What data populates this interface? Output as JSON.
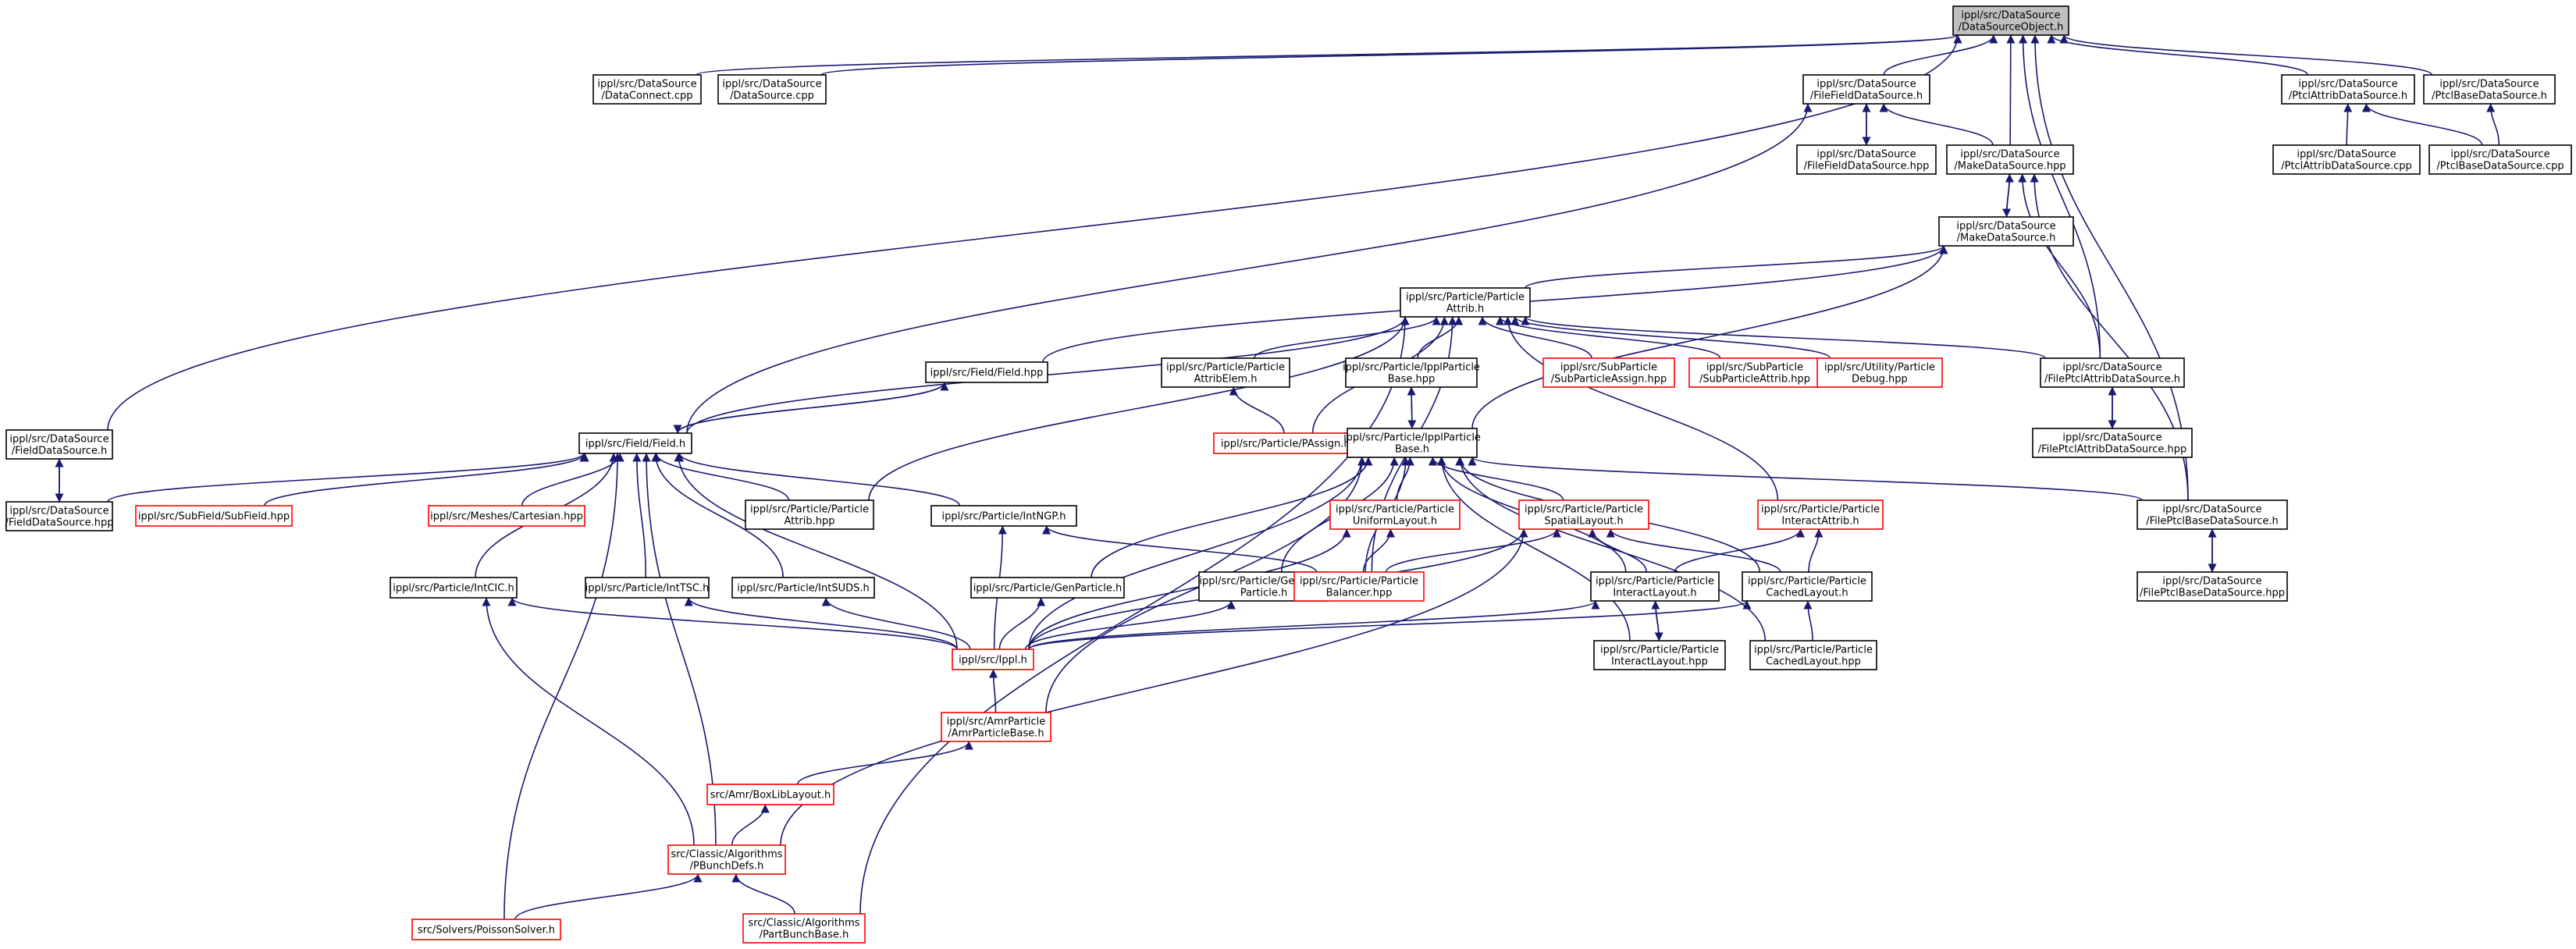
{
  "diagram": {
    "type": "include-dependency-graph",
    "colors": {
      "edge": "#191970",
      "box_normal": "#000000",
      "box_truncated": "#ff0000",
      "box_root_fill": "#bfbfbf",
      "box_fill": "#ffffff"
    },
    "nodes": [
      {
        "id": "dso",
        "lines": [
          "ippl/src/DataSource",
          "/DataSourceObject.h"
        ],
        "style": "root"
      },
      {
        "id": "dconn",
        "lines": [
          "ippl/src/DataSource",
          "/DataConnect.cpp"
        ],
        "style": "normal"
      },
      {
        "id": "dscpp",
        "lines": [
          "ippl/src/DataSource",
          "/DataSource.cpp"
        ],
        "style": "normal"
      },
      {
        "id": "ffds",
        "lines": [
          "ippl/src/DataSource",
          "/FileFieldDataSource.h"
        ],
        "style": "normal"
      },
      {
        "id": "ffdshpp",
        "lines": [
          "ippl/src/DataSource",
          "/FileFieldDataSource.hpp"
        ],
        "style": "normal"
      },
      {
        "id": "mdshpp",
        "lines": [
          "ippl/src/DataSource",
          "/MakeDataSource.hpp"
        ],
        "style": "normal"
      },
      {
        "id": "mdsh",
        "lines": [
          "ippl/src/DataSource",
          "/MakeDataSource.h"
        ],
        "style": "normal"
      },
      {
        "id": "pads",
        "lines": [
          "ippl/src/DataSource",
          "/PtclAttribDataSource.h"
        ],
        "style": "normal"
      },
      {
        "id": "pbds",
        "lines": [
          "ippl/src/DataSource",
          "/PtclBaseDataSource.h"
        ],
        "style": "normal"
      },
      {
        "id": "padscpp",
        "lines": [
          "ippl/src/DataSource",
          "/PtclAttribDataSource.cpp"
        ],
        "style": "normal"
      },
      {
        "id": "pbdscpp",
        "lines": [
          "ippl/src/DataSource",
          "/PtclBaseDataSource.cpp"
        ],
        "style": "normal"
      },
      {
        "id": "pattrib",
        "lines": [
          "ippl/src/Particle/Particle",
          "Attrib.h"
        ],
        "style": "normal"
      },
      {
        "id": "fieldhpp",
        "lines": [
          "ippl/src/Field/Field.hpp"
        ],
        "style": "normal"
      },
      {
        "id": "pattribelem",
        "lines": [
          "ippl/src/Particle/Particle",
          "AttribElem.h"
        ],
        "style": "normal"
      },
      {
        "id": "ipbhpp",
        "lines": [
          "ippl/src/Particle/IpplParticle",
          "Base.hpp"
        ],
        "style": "normal"
      },
      {
        "id": "subassign",
        "lines": [
          "ippl/src/SubParticle",
          "/SubParticleAssign.hpp"
        ],
        "style": "truncated"
      },
      {
        "id": "subattrib",
        "lines": [
          "ippl/src/SubParticle",
          "/SubParticleAttrib.hpp"
        ],
        "style": "truncated"
      },
      {
        "id": "pdebug",
        "lines": [
          "ippl/src/Utility/Particle",
          "Debug.hpp"
        ],
        "style": "truncated"
      },
      {
        "id": "fpads",
        "lines": [
          "ippl/src/DataSource",
          "/FilePtclAttribDataSource.h"
        ],
        "style": "normal"
      },
      {
        "id": "fpadshpp",
        "lines": [
          "ippl/src/DataSource",
          "/FilePtclAttribDataSource.hpp"
        ],
        "style": "normal"
      },
      {
        "id": "fdsh",
        "lines": [
          "ippl/src/DataSource",
          "/FieldDataSource.h"
        ],
        "style": "normal"
      },
      {
        "id": "fdshpp",
        "lines": [
          "ippl/src/DataSource",
          "/FieldDataSource.hpp"
        ],
        "style": "normal"
      },
      {
        "id": "fieldh",
        "lines": [
          "ippl/src/Field/Field.h"
        ],
        "style": "normal"
      },
      {
        "id": "passign",
        "lines": [
          "ippl/src/Particle/PAssign.hpp"
        ],
        "style": "truncated"
      },
      {
        "id": "ipbh",
        "lines": [
          "ippl/src/Particle/IpplParticle",
          "Base.h"
        ],
        "style": "normal"
      },
      {
        "id": "subfield",
        "lines": [
          "ippl/src/SubField/SubField.hpp"
        ],
        "style": "truncated"
      },
      {
        "id": "cartesian",
        "lines": [
          "ippl/src/Meshes/Cartesian.hpp"
        ],
        "style": "truncated"
      },
      {
        "id": "pattribhpp",
        "lines": [
          "ippl/src/Particle/Particle",
          "Attrib.hpp"
        ],
        "style": "normal"
      },
      {
        "id": "intngp",
        "lines": [
          "ippl/src/Particle/IntNGP.h"
        ],
        "style": "normal"
      },
      {
        "id": "uniform",
        "lines": [
          "ippl/src/Particle/Particle",
          "UniformLayout.h"
        ],
        "style": "truncated"
      },
      {
        "id": "spatial",
        "lines": [
          "ippl/src/Particle/Particle",
          "SpatialLayout.h"
        ],
        "style": "truncated"
      },
      {
        "id": "interactattrib",
        "lines": [
          "ippl/src/Particle/Particle",
          "InteractAttrib.h"
        ],
        "style": "truncated"
      },
      {
        "id": "fpbds",
        "lines": [
          "ippl/src/DataSource",
          "/FilePtclBaseDataSource.h"
        ],
        "style": "normal"
      },
      {
        "id": "fpbdshpp",
        "lines": [
          "ippl/src/DataSource",
          "/FilePtclBaseDataSource.hpp"
        ],
        "style": "normal"
      },
      {
        "id": "intcic",
        "lines": [
          "ippl/src/Particle/IntCIC.h"
        ],
        "style": "normal"
      },
      {
        "id": "inttsc",
        "lines": [
          "ippl/src/Particle/IntTSC.h"
        ],
        "style": "normal"
      },
      {
        "id": "intsuds",
        "lines": [
          "ippl/src/Particle/IntSUDS.h"
        ],
        "style": "normal"
      },
      {
        "id": "genparticle",
        "lines": [
          "ippl/src/Particle/GenParticle.h"
        ],
        "style": "normal"
      },
      {
        "id": "genarray",
        "lines": [
          "ippl/src/Particle/GenArray",
          "Particle.h"
        ],
        "style": "normal"
      },
      {
        "id": "balancer",
        "lines": [
          "ippl/src/Particle/Particle",
          "Balancer.hpp"
        ],
        "style": "truncated"
      },
      {
        "id": "interact",
        "lines": [
          "ippl/src/Particle/Particle",
          "InteractLayout.h"
        ],
        "style": "normal"
      },
      {
        "id": "cached",
        "lines": [
          "ippl/src/Particle/Particle",
          "CachedLayout.h"
        ],
        "style": "normal"
      },
      {
        "id": "ippl",
        "lines": [
          "ippl/src/Ippl.h"
        ],
        "style": "truncated"
      },
      {
        "id": "interacthpp",
        "lines": [
          "ippl/src/Particle/Particle",
          "InteractLayout.hpp"
        ],
        "style": "normal"
      },
      {
        "id": "cachedhpp",
        "lines": [
          "ippl/src/Particle/Particle",
          "CachedLayout.hpp"
        ],
        "style": "normal"
      },
      {
        "id": "amrpb",
        "lines": [
          "ippl/src/AmrParticle",
          "/AmrParticleBase.h"
        ],
        "style": "truncated"
      },
      {
        "id": "boxlib",
        "lines": [
          "src/Amr/BoxLibLayout.h"
        ],
        "style": "truncated"
      },
      {
        "id": "pbunch",
        "lines": [
          "src/Classic/Algorithms",
          "/PBunchDefs.h"
        ],
        "style": "truncated"
      },
      {
        "id": "poisson",
        "lines": [
          "src/Solvers/PoissonSolver.h"
        ],
        "style": "truncated"
      },
      {
        "id": "partbunch",
        "lines": [
          "src/Classic/Algorithms",
          "/PartBunchBase.h"
        ],
        "style": "truncated"
      }
    ],
    "edges": [
      [
        "dconn",
        "dso"
      ],
      [
        "dscpp",
        "dso"
      ],
      [
        "ffds",
        "dso"
      ],
      [
        "mdshpp",
        "dso"
      ],
      [
        "fpads",
        "dso"
      ],
      [
        "fdsh",
        "dso"
      ],
      [
        "pads",
        "dso"
      ],
      [
        "pbds",
        "dso"
      ],
      [
        "fpbds",
        "dso"
      ],
      [
        "ffdshpp",
        "ffds"
      ],
      [
        "ffds",
        "ffdshpp"
      ],
      [
        "mdshpp",
        "ffds"
      ],
      [
        "fieldh",
        "ffds"
      ],
      [
        "mdsh",
        "mdshpp"
      ],
      [
        "mdshpp",
        "mdsh"
      ],
      [
        "fpads",
        "mdshpp"
      ],
      [
        "fpbds",
        "mdshpp"
      ],
      [
        "padscpp",
        "pads"
      ],
      [
        "pbdscpp",
        "pads"
      ],
      [
        "pbdscpp",
        "pbds"
      ],
      [
        "pattrib",
        "mdsh"
      ],
      [
        "fieldhpp",
        "mdsh"
      ],
      [
        "ipbh",
        "mdsh"
      ],
      [
        "pattribelem",
        "pattrib"
      ],
      [
        "ipbhpp",
        "pattrib"
      ],
      [
        "subassign",
        "pattrib"
      ],
      [
        "subattrib",
        "pattrib"
      ],
      [
        "pdebug",
        "pattrib"
      ],
      [
        "fpads",
        "pattrib"
      ],
      [
        "passign",
        "pattrib"
      ],
      [
        "pattribhpp",
        "pattrib"
      ],
      [
        "fieldh",
        "pattrib"
      ],
      [
        "balancer",
        "pattrib"
      ],
      [
        "interactattrib",
        "pattrib"
      ],
      [
        "partbunch",
        "pattrib"
      ],
      [
        "passign",
        "pattribelem"
      ],
      [
        "ipbh",
        "ipbhpp"
      ],
      [
        "ipbhpp",
        "ipbh"
      ],
      [
        "fpadshpp",
        "fpads"
      ],
      [
        "fpads",
        "fpadshpp"
      ],
      [
        "fieldh",
        "fieldhpp"
      ],
      [
        "fieldhpp",
        "fieldh"
      ],
      [
        "fdshpp",
        "fdsh"
      ],
      [
        "fdsh",
        "fdshpp"
      ],
      [
        "fdshpp",
        "fieldh"
      ],
      [
        "subfield",
        "fieldh"
      ],
      [
        "cartesian",
        "fieldh"
      ],
      [
        "pattribhpp",
        "fieldh"
      ],
      [
        "intngp",
        "fieldh"
      ],
      [
        "intcic",
        "fieldh"
      ],
      [
        "inttsc",
        "fieldh"
      ],
      [
        "intsuds",
        "fieldh"
      ],
      [
        "ippl",
        "fieldh"
      ],
      [
        "pbunch",
        "fieldh"
      ],
      [
        "poisson",
        "fieldh"
      ],
      [
        "uniform",
        "ipbh"
      ],
      [
        "spatial",
        "ipbh"
      ],
      [
        "genparticle",
        "ipbh"
      ],
      [
        "genarray",
        "ipbh"
      ],
      [
        "balancer",
        "ipbh"
      ],
      [
        "interact",
        "ipbh"
      ],
      [
        "cached",
        "ipbh"
      ],
      [
        "interacthpp",
        "ipbh"
      ],
      [
        "cachedhpp",
        "ipbh"
      ],
      [
        "amrpb",
        "ipbh"
      ],
      [
        "fpbds",
        "ipbh"
      ],
      [
        "ippl",
        "ipbh"
      ],
      [
        "fpbdshpp",
        "fpbds"
      ],
      [
        "fpbds",
        "fpbdshpp"
      ],
      [
        "balancer",
        "intngp"
      ],
      [
        "ippl",
        "intngp"
      ],
      [
        "balancer",
        "uniform"
      ],
      [
        "ippl",
        "uniform"
      ],
      [
        "balancer",
        "spatial"
      ],
      [
        "interact",
        "spatial"
      ],
      [
        "cached",
        "spatial"
      ],
      [
        "ippl",
        "spatial"
      ],
      [
        "pbunch",
        "spatial"
      ],
      [
        "interact",
        "interactattrib"
      ],
      [
        "cached",
        "interactattrib"
      ],
      [
        "interacthpp",
        "interact"
      ],
      [
        "interact",
        "interacthpp"
      ],
      [
        "ippl",
        "interact"
      ],
      [
        "cachedhpp",
        "cached"
      ],
      [
        "ippl",
        "cached"
      ],
      [
        "ippl",
        "intcic"
      ],
      [
        "pbunch",
        "intcic"
      ],
      [
        "ippl",
        "inttsc"
      ],
      [
        "ippl",
        "intsuds"
      ],
      [
        "ippl",
        "genparticle"
      ],
      [
        "ippl",
        "genarray"
      ],
      [
        "amrpb",
        "ippl"
      ],
      [
        "boxlib",
        "amrpb"
      ],
      [
        "pbunch",
        "boxlib"
      ],
      [
        "poisson",
        "pbunch"
      ],
      [
        "partbunch",
        "pbunch"
      ]
    ]
  }
}
